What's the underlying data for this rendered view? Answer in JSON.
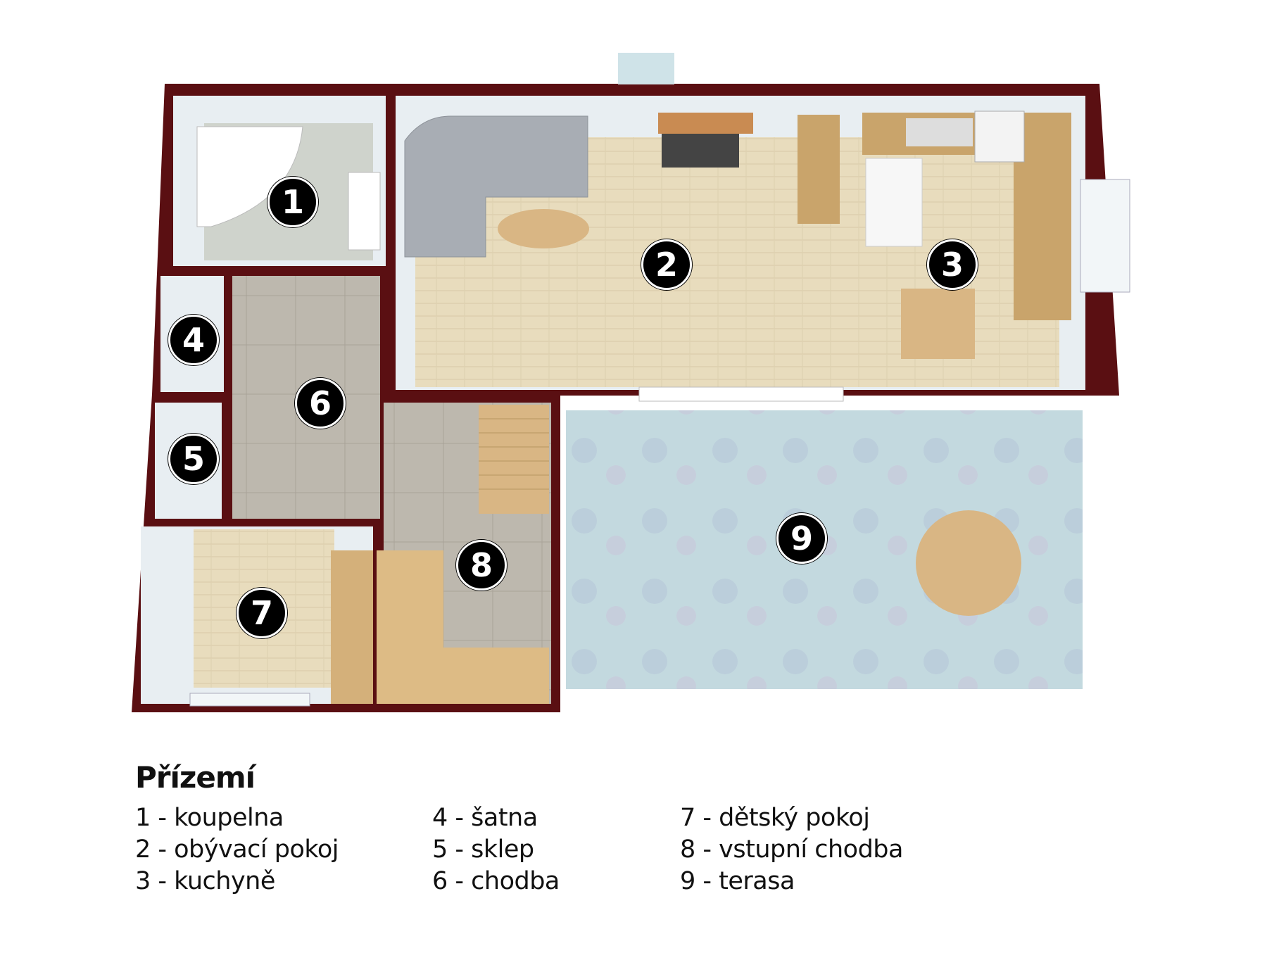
{
  "floor": {
    "title": "Přízemí",
    "rooms": [
      {
        "number": "1",
        "name": "koupelna",
        "label": "1 - koupelna"
      },
      {
        "number": "2",
        "name": "obývací pokoj",
        "label": "2 - obývací pokoj"
      },
      {
        "number": "3",
        "name": "kuchyně",
        "label": "3 - kuchyně"
      },
      {
        "number": "4",
        "name": "šatna",
        "label": "4 - šatna"
      },
      {
        "number": "5",
        "name": "sklep",
        "label": "5 - sklep"
      },
      {
        "number": "6",
        "name": "chodba",
        "label": "6 - chodba"
      },
      {
        "number": "7",
        "name": "dětský pokoj",
        "label": "7 - dětský pokoj"
      },
      {
        "number": "8",
        "name": "vstupní chodba",
        "label": "8 - vstupní chodba"
      },
      {
        "number": "9",
        "name": "terasa",
        "label": "9 - terasa"
      }
    ]
  },
  "colors": {
    "wall": "#5a0f12",
    "wood_floor": "#e6d8b8",
    "tile": "#b9b4aa",
    "terrace": "#bfd6dc",
    "cabinet": "#c9a46b",
    "interior_wall": "#e8eef2"
  }
}
